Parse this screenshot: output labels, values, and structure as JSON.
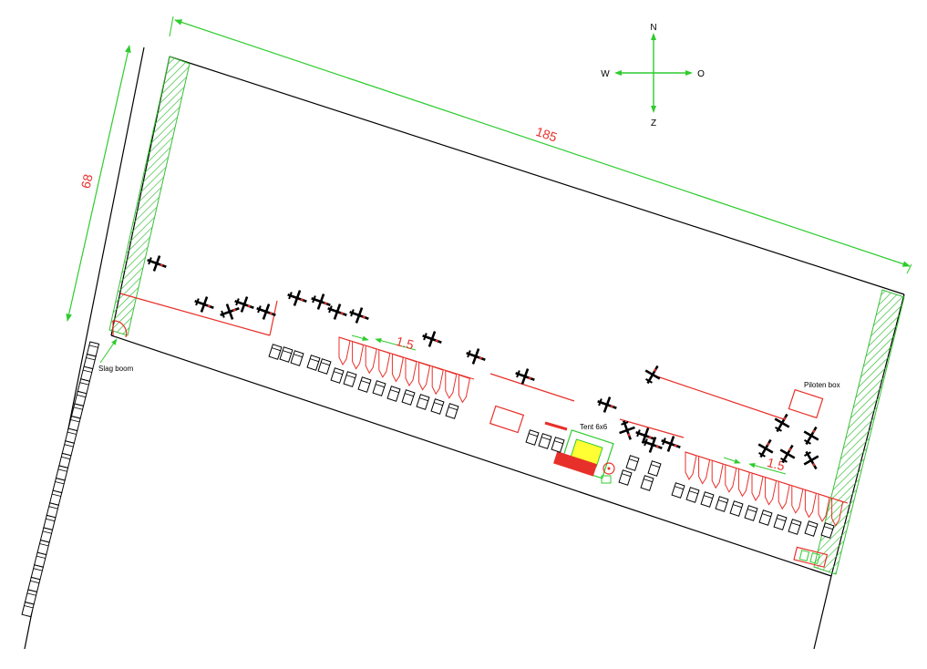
{
  "compass": {
    "north": "N",
    "south": "Z",
    "west": "W",
    "east": "O"
  },
  "dimensions": {
    "length": "185",
    "width": "68",
    "spacing_left": "1.5",
    "spacing_right": "1.5"
  },
  "labels": {
    "barrier": "Slag boom",
    "pilot_box": "Piloten box",
    "tent": "Tent 6x6"
  },
  "colors": {
    "outline": "#000000",
    "dimension_line": "#2ecc2e",
    "dimension_text": "#e8302a",
    "red_feature": "#e8302a",
    "hatch": "#3bbf3b",
    "tent_fill": "#ffff33"
  }
}
